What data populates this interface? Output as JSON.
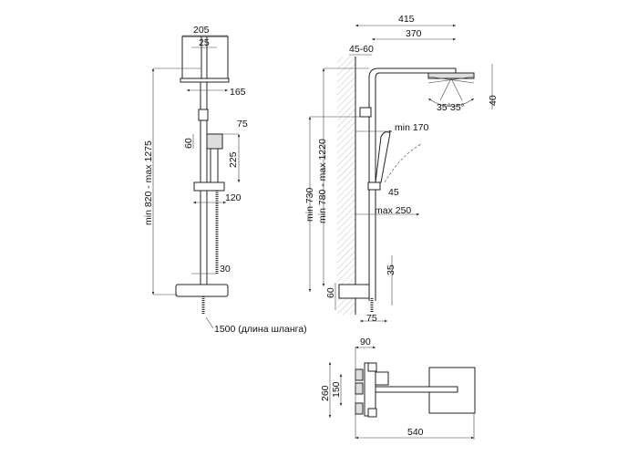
{
  "front_view": {
    "head_size": "205",
    "arm_diameter": "25",
    "head_offset": "165",
    "hand_shower_size": "75",
    "hand_shower_width": "60",
    "hand_shower_length": "225",
    "holder_offset": "120",
    "pipe_offset": "30",
    "height_range": "min 820 - max 1275",
    "hose_length": "1500 (длина шланга)"
  },
  "side_view": {
    "arm_length_total": "415",
    "arm_length": "370",
    "wall_distance": "45-60",
    "head_height": "40",
    "tilt_angle_left": "35°",
    "tilt_angle_right": "35°",
    "hand_min_reach": "min 170",
    "holder_angle": "45",
    "hand_max_reach": "max 250",
    "bracket_min_height": "min 730",
    "head_height_range": "min 780 - max 1220",
    "mixer_offset": "35",
    "mixer_height": "60",
    "mixer_depth": "75"
  },
  "top_view": {
    "depth": "90",
    "mixer_width": "260",
    "inlet_spacing": "150",
    "total_projection": "540"
  }
}
